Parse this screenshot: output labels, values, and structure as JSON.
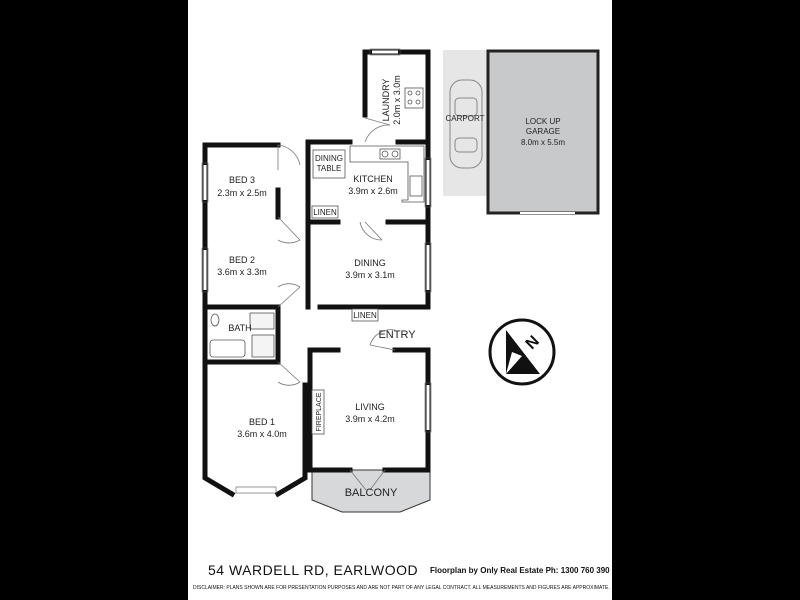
{
  "rooms": {
    "laundry": {
      "name": "LAUNDRY",
      "size": "2.0m x 3.0m"
    },
    "carport": {
      "name": "CARPORT"
    },
    "garage": {
      "name": "LOCK UP",
      "name2": "GARAGE",
      "size": "8.0m x 5.5m"
    },
    "bed3": {
      "name": "BED 3",
      "size": "2.3m x 2.5m"
    },
    "dining_table": {
      "line1": "DINING",
      "line2": "TABLE"
    },
    "kitchen": {
      "name": "KITCHEN",
      "size": "3.9m x 2.6m"
    },
    "linen1": {
      "name": "LINEN"
    },
    "bed2": {
      "name": "BED 2",
      "size": "3.6m x 3.3m"
    },
    "dining": {
      "name": "DINING",
      "size": "3.9m x 3.1m"
    },
    "linen2": {
      "name": "LINEN"
    },
    "entry": {
      "name": "ENTRY"
    },
    "bath": {
      "name": "BATH"
    },
    "living": {
      "name": "LIVING",
      "size": "3.9m x 4.2m"
    },
    "fireplace": {
      "name": "FIREPLACE"
    },
    "bed1": {
      "name": "BED 1",
      "size": "3.6m x 4.0m"
    },
    "balcony": {
      "name": "BALCONY"
    }
  },
  "compass": {
    "label": "N"
  },
  "footer": {
    "address": "54 WARDELL RD, EARLWOOD",
    "credit": "Floorplan by Only Real Estate Ph: 1300 760 390",
    "disclaimer": "DISCLAIMER: PLANS SHOWN ARE FOR PRESENTATION PURPOSES AND ARE NOT PART OF ANY LEGAL CONTRACT. ALL MEASUREMENTS AND FIGURES ARE APPROXIMATE."
  },
  "colors": {
    "background": "#000000",
    "sheet": "#ffffff",
    "wall": "#111111",
    "garage": "#c8c9cb",
    "carport": "#e6e6e6",
    "balcony": "#d7d8da"
  }
}
